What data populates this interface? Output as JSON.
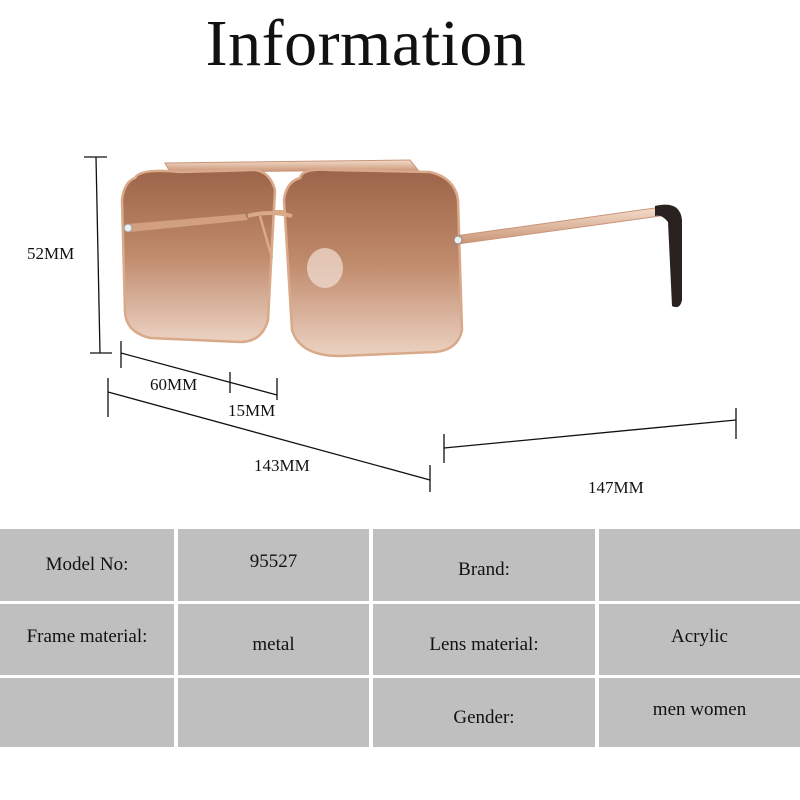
{
  "header": {
    "title": "Information"
  },
  "dimensions": {
    "lens_height": "52MM",
    "lens_width": "60MM",
    "bridge_width": "15MM",
    "frame_width": "143MM",
    "temple_length": "147MM"
  },
  "product_image": {
    "description": "rose-gold metal aviator sunglasses with brown gradient lenses",
    "lens_color": "#b07a5e",
    "frame_color": "#d9a989",
    "temple_tip_color": "#2a2220"
  },
  "specs": {
    "rows": [
      {
        "label1": "Model No:",
        "value1": "95527",
        "label2": "Brand:",
        "value2": ""
      },
      {
        "label1": "Frame material:",
        "value1": "metal",
        "label2": "Lens material:",
        "value2": "Acrylic"
      },
      {
        "label1": "",
        "value1": "",
        "label2": "Gender:",
        "value2": "men women"
      }
    ],
    "cell_color": "#bfbfbf"
  }
}
